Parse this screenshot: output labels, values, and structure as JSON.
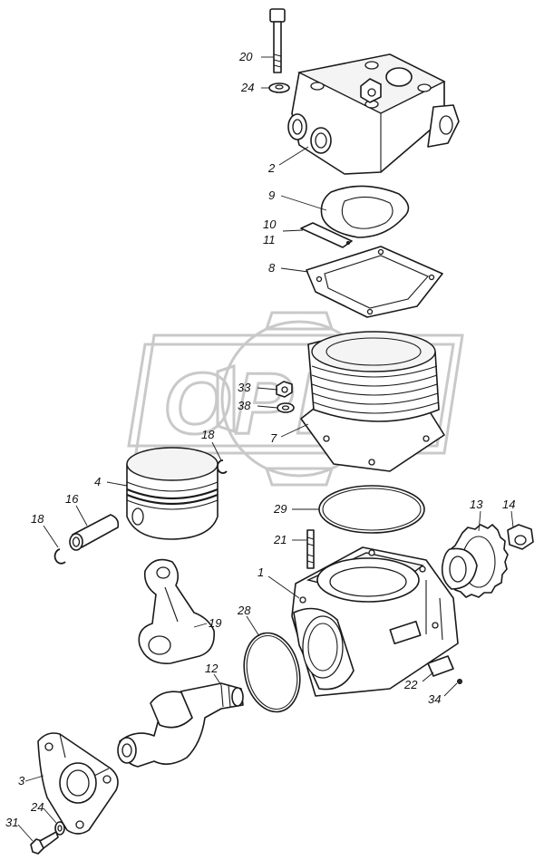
{
  "diagram": {
    "watermark_logo_text": "ОРЕХ",
    "callouts": [
      {
        "id": "20",
        "label": "20"
      },
      {
        "id": "24a",
        "label": "24"
      },
      {
        "id": "2",
        "label": "2"
      },
      {
        "id": "9",
        "label": "9"
      },
      {
        "id": "10",
        "label": "10"
      },
      {
        "id": "11",
        "label": "11"
      },
      {
        "id": "8",
        "label": "8"
      },
      {
        "id": "33",
        "label": "33"
      },
      {
        "id": "38",
        "label": "38"
      },
      {
        "id": "7",
        "label": "7"
      },
      {
        "id": "18a",
        "label": "18"
      },
      {
        "id": "4",
        "label": "4"
      },
      {
        "id": "16",
        "label": "16"
      },
      {
        "id": "18b",
        "label": "18"
      },
      {
        "id": "29",
        "label": "29"
      },
      {
        "id": "13",
        "label": "13"
      },
      {
        "id": "14",
        "label": "14"
      },
      {
        "id": "21",
        "label": "21"
      },
      {
        "id": "1",
        "label": "1"
      },
      {
        "id": "19",
        "label": "19"
      },
      {
        "id": "28",
        "label": "28"
      },
      {
        "id": "12",
        "label": "12"
      },
      {
        "id": "22",
        "label": "22"
      },
      {
        "id": "34",
        "label": "34"
      },
      {
        "id": "3",
        "label": "3"
      },
      {
        "id": "24b",
        "label": "24"
      },
      {
        "id": "31",
        "label": "31"
      }
    ]
  }
}
